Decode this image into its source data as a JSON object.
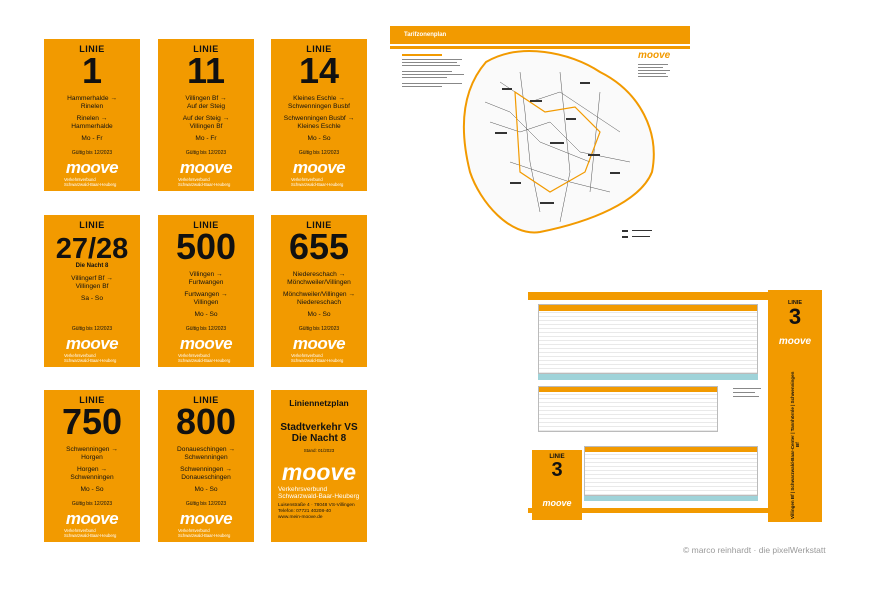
{
  "cards": [
    {
      "linie": "LINIE",
      "number": "1",
      "sub": "",
      "routes": [
        "Hammerhalde →",
        "Rinelen",
        "Rinelen →",
        "Hammerhalde",
        "Mo - Fr"
      ],
      "valid": "Gültig bis 12/2023",
      "logo": "moove",
      "vv1": "Verkehrsverbund",
      "vv2": "Schwarzwald-Baar-Heuberg"
    },
    {
      "linie": "LINIE",
      "number": "11",
      "sub": "",
      "routes": [
        "Villingen Bf →",
        "Auf der Steig",
        "Auf der Steig →",
        "Villingen Bf",
        "Mo - Fr"
      ],
      "valid": "Gültig bis 12/2023",
      "logo": "moove",
      "vv1": "Verkehrsverbund",
      "vv2": "Schwarzwald-Baar-Heuberg"
    },
    {
      "linie": "LINIE",
      "number": "14",
      "sub": "",
      "routes": [
        "Kleines Eschle →",
        "Schwenningen Busbf",
        "Schwenningen Busbf →",
        "Kleines Eschle",
        "Mo - So"
      ],
      "valid": "Gültig bis 12/2023",
      "logo": "moove",
      "vv1": "Verkehrsverbund",
      "vv2": "Schwarzwald-Baar-Heuberg"
    },
    {
      "linie": "LINIE",
      "number": "27/28",
      "sub": "Die Nacht 8",
      "routes": [
        "Villingerf Bf →",
        "Villingen Bf",
        "Sa - So"
      ],
      "valid": "Gültig bis 12/2023",
      "logo": "moove",
      "vv1": "Verkehrsverbund",
      "vv2": "Schwarzwald-Baar-Heuberg"
    },
    {
      "linie": "LINIE",
      "number": "500",
      "sub": "",
      "routes": [
        "Villingen →",
        "Furtwangen",
        "Furtwangen →",
        "Villingen",
        "Mo - So"
      ],
      "valid": "Gültig bis 12/2023",
      "logo": "moove",
      "vv1": "Verkehrsverbund",
      "vv2": "Schwarzwald-Baar-Heuberg"
    },
    {
      "linie": "LINIE",
      "number": "655",
      "sub": "",
      "routes": [
        "Niedereschach →",
        "Mönchweiler/Villingen",
        "Mönchweiler/Villingen →",
        "Niedereschach",
        "Mo - So"
      ],
      "valid": "Gültig bis 12/2023",
      "logo": "moove",
      "vv1": "Verkehrsverbund",
      "vv2": "Schwarzwald-Baar-Heuberg"
    },
    {
      "linie": "LINIE",
      "number": "750",
      "sub": "",
      "routes": [
        "Schwenningen →",
        "Horgen",
        "Horgen →",
        "Schwenningen",
        "Mo - So"
      ],
      "valid": "Gültig bis 12/2023",
      "logo": "moove",
      "vv1": "Verkehrsverbund",
      "vv2": "Schwarzwald-Baar-Heuberg"
    },
    {
      "linie": "LINIE",
      "number": "800",
      "sub": "",
      "routes": [
        "Donaueschingen →",
        "Schwenningen",
        "Schwenningen →",
        "Donaueschingen",
        "Mo - So"
      ],
      "valid": "Gültig bis 12/2023",
      "logo": "moove",
      "vv1": "Verkehrsverbund",
      "vv2": "Schwarzwald-Baar-Heuberg"
    }
  ],
  "network_card": {
    "title": "Liniennetzplan",
    "subtitle1": "Stadtverkehr VS",
    "subtitle2": "Die Nacht 8",
    "stand": "Stand: 01/2023",
    "logo": "moove",
    "vv1": "Verkehrsverbund",
    "vv2": "Schwarzwald-Baar-Heuberg",
    "address1": "Luisenstraße 4 · 78048 VS-Villingen",
    "address2": "Telefon: 07721 40208-40",
    "address3": "www.mein-moove.de"
  },
  "tarif_sheet": {
    "header": "Tarifzonenplan",
    "logo": "moove"
  },
  "schedule_sheet": {
    "linie": "LINIE",
    "number": "3",
    "logo": "moove",
    "small_linie": "LINIE",
    "small_number": "3",
    "side_text": "Villingen Bf | Schwarzwald-Baar-Center | Tannhörnle | Schwenningen Bf"
  },
  "credit": "© marco reinhardt · die pixelWerkstatt",
  "colors": {
    "orange": "#f29a00",
    "white": "#ffffff",
    "grey": "#9a9a9a"
  }
}
